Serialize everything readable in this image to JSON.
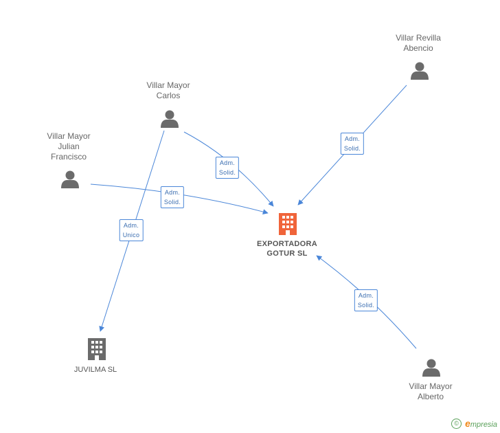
{
  "nodes": {
    "villar_revilla": {
      "line1": "Villar Revilla",
      "line2": "Abencio",
      "icon": "person-icon"
    },
    "villar_mayor_carlos": {
      "line1": "Villar Mayor",
      "line2": "Carlos",
      "icon": "person-icon"
    },
    "villar_mayor_julian": {
      "line1": "Villar Mayor",
      "line2": "Julian",
      "line3": "Francisco",
      "icon": "person-icon"
    },
    "villar_mayor_alberto": {
      "line1": "Villar Mayor",
      "line2": "Alberto",
      "icon": "person-icon"
    },
    "exportadora": {
      "line1": "EXPORTADORA",
      "line2": "GOTUR SL",
      "icon": "building-icon",
      "color": "#f0643a"
    },
    "juvilma": {
      "line1": "JUVILMA SL",
      "icon": "building-icon",
      "color": "#6b6b6b"
    }
  },
  "edges": [
    {
      "line1": "Adm.",
      "line2": "Solid."
    },
    {
      "line1": "Adm.",
      "line2": "Solid."
    },
    {
      "line1": "Adm.",
      "line2": "Solid."
    },
    {
      "line1": "Adm.",
      "line2": "Unico"
    },
    {
      "line1": "Adm.",
      "line2": "Solid."
    }
  ],
  "colors": {
    "edge": "#4a86d8",
    "person": "#6b6b6b"
  },
  "footer": {
    "copyright": "©",
    "brand_e": "e",
    "brand_rest": "mpresia"
  }
}
